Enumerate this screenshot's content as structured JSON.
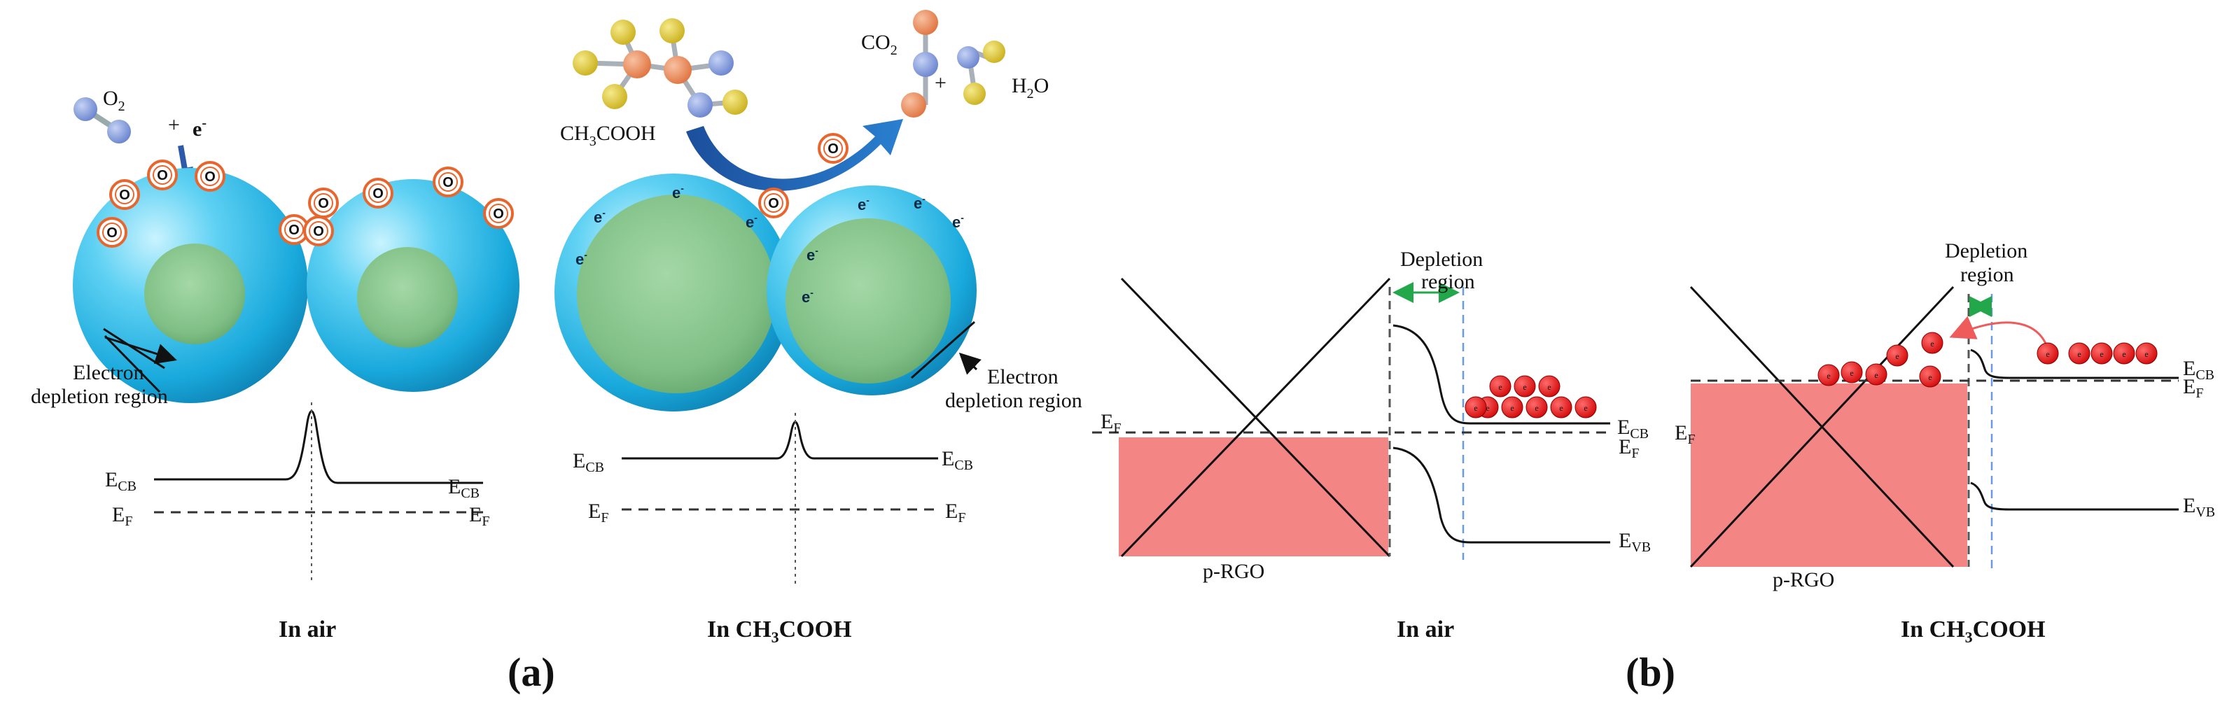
{
  "panel_a": {
    "label": "(a)",
    "air": {
      "caption": "In air",
      "o2_text": "O",
      "o2_sub": "2",
      "plus_text": "+",
      "electron_text": "e",
      "electron_sup": "-",
      "adsorbed_o": "O",
      "depletion_line1": "Electron",
      "depletion_line2": "depletion region",
      "ecb_text": "E",
      "ecb_sub": "CB",
      "ef_text": "E",
      "ef_sub": "F"
    },
    "acid": {
      "caption_pre": "In CH",
      "caption_sub": "3",
      "caption_post": "COOH",
      "reactant_pre": "CH",
      "reactant_sub": "3",
      "reactant_post": "COOH",
      "co2_text": "CO",
      "co2_sub": "2",
      "plus_text": "+",
      "h2o_pre": "H",
      "h2o_sub": "2",
      "h2o_post": "O",
      "adsorbed_o": "O",
      "electron_text": "e",
      "electron_sup": "-",
      "depletion_line1": "Electron",
      "depletion_line2": "depletion region",
      "ecb_text": "E",
      "ecb_sub": "CB",
      "ef_text": "E",
      "ef_sub": "F"
    }
  },
  "panel_b": {
    "label": "(b)",
    "air": {
      "caption": "In air",
      "depletion_line1": "Depletion",
      "depletion_line2": "region",
      "material": "p-RGO",
      "ecb_text": "E",
      "ecb_sub": "CB",
      "ef_text": "E",
      "ef_sub": "F",
      "evb_text": "E",
      "evb_sub": "VB",
      "electron_symbol": "e"
    },
    "acid": {
      "caption_pre": "In CH",
      "caption_sub": "3",
      "caption_post": "COOH",
      "depletion_line1": "Depletion",
      "depletion_line2": "region",
      "material": "p-RGO",
      "ecb_text": "E",
      "ecb_sub": "CB",
      "ef_text": "E",
      "ef_sub": "F",
      "evb_text": "E",
      "evb_sub": "VB",
      "electron_symbol": "e"
    }
  },
  "colors": {
    "shell": "#22b6e6",
    "core": "#86c48f",
    "oxygen_ring": "#e8662e",
    "electron_red": "#e51414",
    "band_fill": "#f48585",
    "arrow_blue": "#1f63b3",
    "atom_blue": "#7c94d8",
    "atom_yellow": "#ddc733",
    "atom_orange": "#ec8c5c",
    "depletion_green": "#22a84a"
  }
}
